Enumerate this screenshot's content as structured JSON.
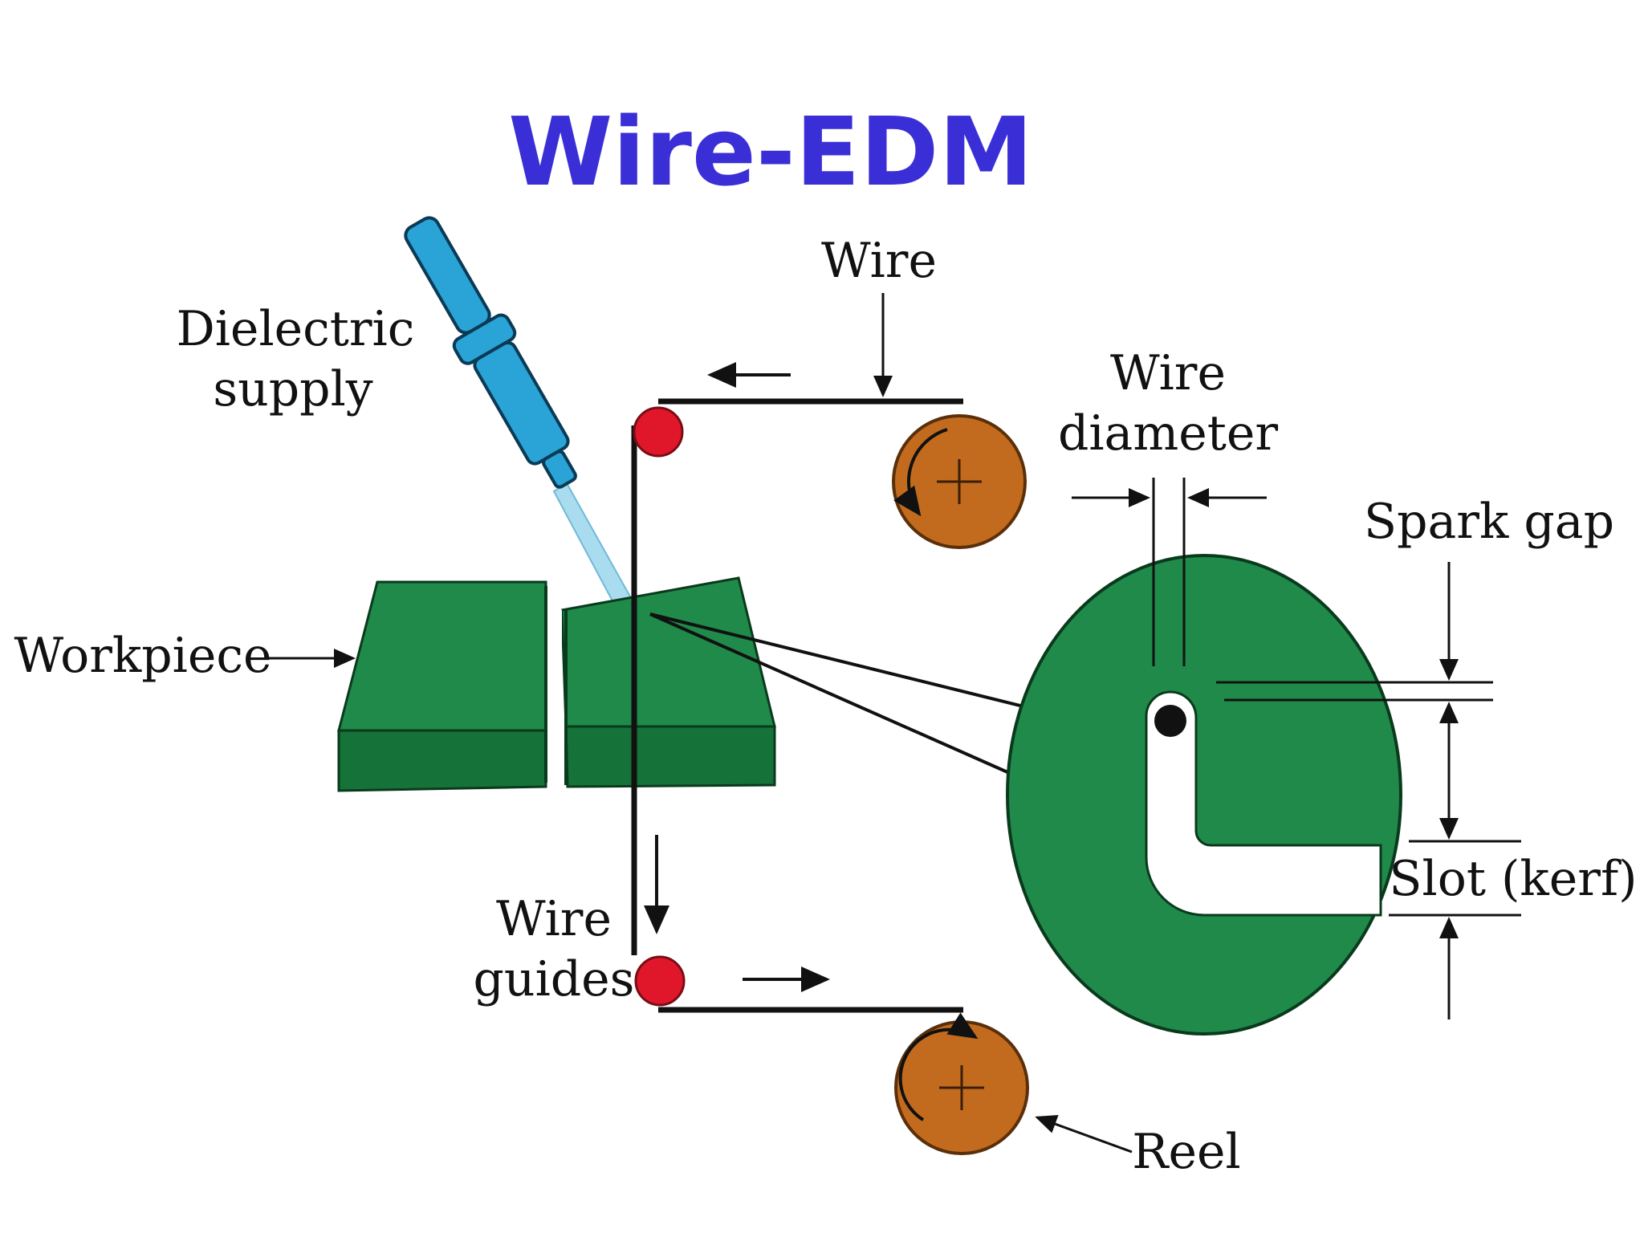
{
  "title": "Wire-EDM",
  "labels": {
    "dielectric_1": "Dielectric",
    "dielectric_2": "supply",
    "wire": "Wire",
    "wire_diameter_1": "Wire",
    "wire_diameter_2": "diameter",
    "spark_gap": "Spark gap",
    "workpiece": "Workpiece",
    "slot_kerf": "Slot (kerf)",
    "wire_guides_1": "Wire",
    "wire_guides_2": "guides",
    "reel": "Reel"
  },
  "colors": {
    "title": "#3a2fd6",
    "workpiece_top": "#1f8a4a",
    "workpiece_side": "#157238",
    "reel": "#c26b1e",
    "guide": "#e0172b",
    "nozzle": "#2aa3d6",
    "jet": "#a9dcef",
    "line": "#111111"
  },
  "icons": {
    "reel_hub": "plus-cross",
    "rotation": "curved-arrow",
    "wire_section": "filled-dot"
  }
}
